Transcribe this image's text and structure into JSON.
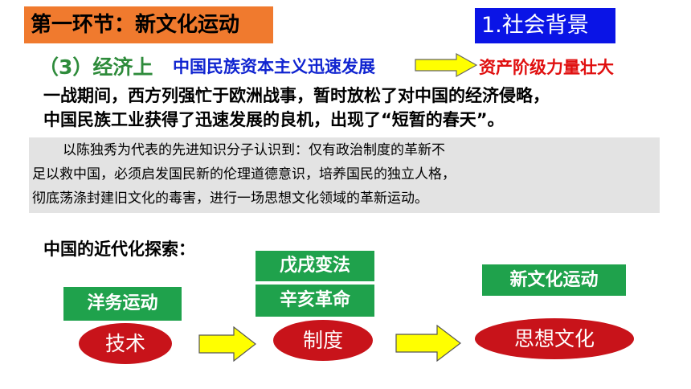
{
  "header": {
    "section_title": "第一环节：新文化运动",
    "topic_label": "1.社会背景"
  },
  "economy": {
    "label": "（3）经济上",
    "cause": "中国民族资本主义迅速发展",
    "effect": "资产阶级力量壮大"
  },
  "paragraph": {
    "line1": "一战期间，西方列强忙于欧洲战事，暂时放松了对中国的经济侵略，",
    "line2": "中国民族工业获得了迅速发展的良机，出现了“短暂的春天”。"
  },
  "quote": {
    "line1": "以陈独秀为代表的先进知识分子认识到：仅有政治制度的革新不",
    "line2": "足以救中国，必须启发国民新的伦理道德意识，培养国民的独立人格，",
    "line3": "彻底荡涤封建旧文化的毒害，进行一场思想文化领域的革新运动。"
  },
  "exploration": {
    "title": "中国的近代化探索：",
    "movements": [
      "洋务运动",
      "戊戌变法",
      "辛亥革命",
      "新文化运动"
    ],
    "stages": [
      "技术",
      "制度",
      "思想文化"
    ]
  },
  "colors": {
    "orange": "#F07A2E",
    "blue_box": "#0A14E6",
    "green_box": "#1FA24C",
    "red_oval": "#C8131A",
    "arrow_fill": "#FFFF00"
  }
}
